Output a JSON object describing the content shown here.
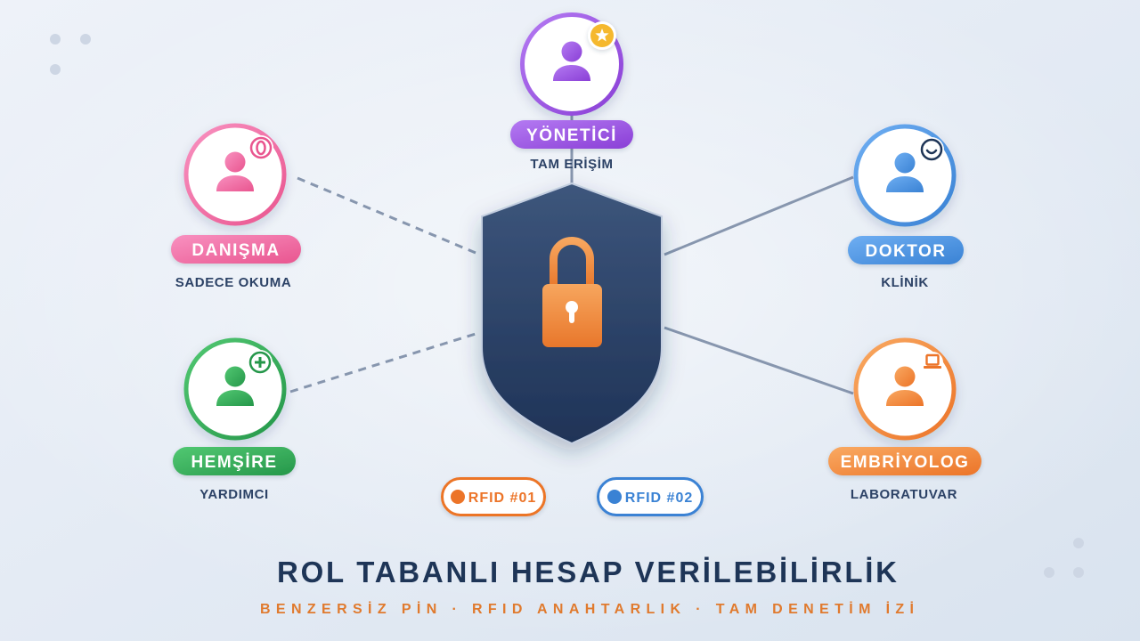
{
  "diagram": {
    "center_shape": "shield-icon",
    "center_icon": "lock-icon",
    "shield_color": "#1f3357",
    "lock_color": "#e8772b",
    "link_color": "#8796ae",
    "roles": [
      {
        "label": "YÖNETİCİ",
        "access": "TAM ERİŞİM",
        "color": "#8a3fd6",
        "color_light": "#b47af2",
        "badge_icon": "star-icon",
        "badge_color": "#f5b82e",
        "dashed_link": false
      },
      {
        "label": "DANIŞMA",
        "access": "SADECE OKUMA",
        "color": "#e9558f",
        "color_light": "#f891c0",
        "badge_icon": "ring-icon",
        "badge_color": "#e9558f",
        "dashed_link": true
      },
      {
        "label": "DOKTOR",
        "access": "KLİNİK",
        "color": "#3a82d4",
        "color_light": "#6eaef2",
        "badge_icon": "smile-icon",
        "badge_color": "#1e3557",
        "dashed_link": false
      },
      {
        "label": "HEMŞİRE",
        "access": "YARDIMCI",
        "color": "#25974a",
        "color_light": "#52c872",
        "badge_icon": "plus-icon",
        "badge_color": "#25974a",
        "dashed_link": true
      },
      {
        "label": "EMBRİYOLOG",
        "access": "LABORATUVAR",
        "color": "#ec7428",
        "color_light": "#f9a962",
        "badge_icon": "laptop-icon",
        "badge_color": "#ec7428",
        "dashed_link": false
      }
    ]
  },
  "rfid_tags": [
    {
      "label": "RFID #01",
      "color": "#ec7428"
    },
    {
      "label": "RFID #02",
      "color": "#3a82d4"
    }
  ],
  "label_text_color": "#2c4266",
  "footer": {
    "title": "ROL TABANLI HESAP VERİLEBİLİRLİK",
    "title_color": "#1e3557",
    "subtitle": "BENZERSİZ PİN · RFID ANAHTARLIK · TAM DENETİM İZİ",
    "subtitle_color": "#e07a2e"
  }
}
